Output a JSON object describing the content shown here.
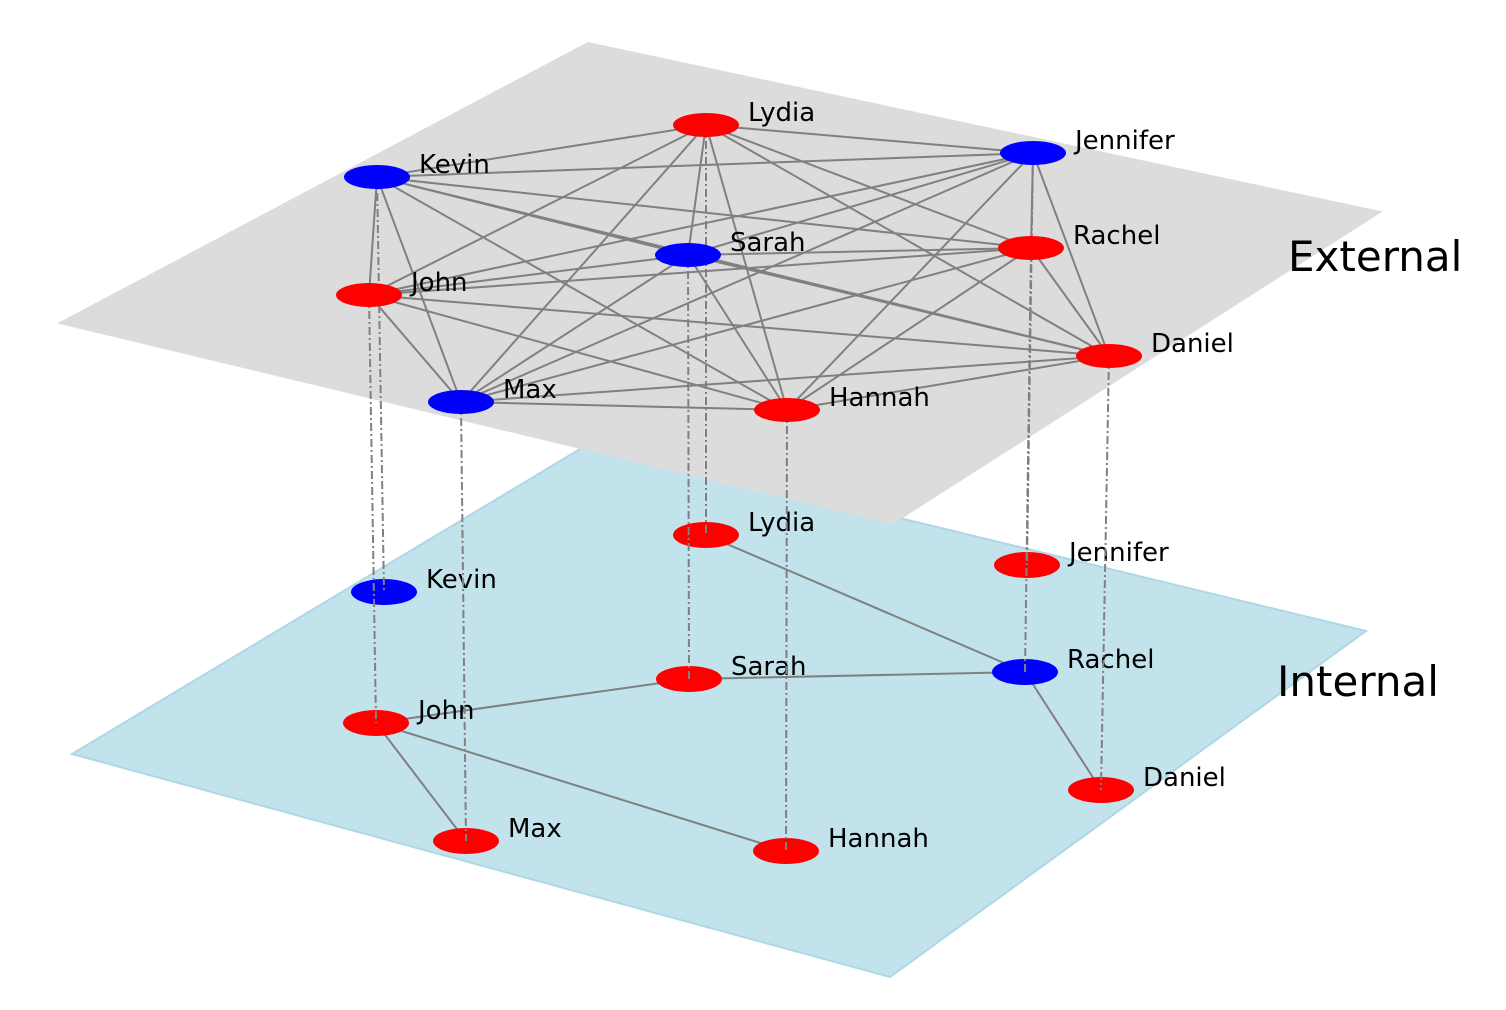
{
  "layers": [
    {
      "id": "external",
      "title": "External",
      "plane_color": "#dcdcdc",
      "nodes": [
        {
          "id": "lydia",
          "label": "Lydia",
          "color": "#ff0000"
        },
        {
          "id": "jennifer",
          "label": "Jennifer",
          "color": "#0000ff"
        },
        {
          "id": "kevin",
          "label": "Kevin",
          "color": "#0000ff"
        },
        {
          "id": "rachel",
          "label": "Rachel",
          "color": "#ff0000"
        },
        {
          "id": "sarah",
          "label": "Sarah",
          "color": "#0000ff"
        },
        {
          "id": "john",
          "label": "John",
          "color": "#ff0000"
        },
        {
          "id": "daniel",
          "label": "Daniel",
          "color": "#ff0000"
        },
        {
          "id": "max",
          "label": "Max",
          "color": "#0000ff"
        },
        {
          "id": "hannah",
          "label": "Hannah",
          "color": "#ff0000"
        }
      ],
      "edges": [
        [
          "kevin",
          "lydia"
        ],
        [
          "kevin",
          "jennifer"
        ],
        [
          "kevin",
          "rachel"
        ],
        [
          "kevin",
          "sarah"
        ],
        [
          "kevin",
          "daniel"
        ],
        [
          "kevin",
          "max"
        ],
        [
          "kevin",
          "hannah"
        ],
        [
          "kevin",
          "john"
        ],
        [
          "lydia",
          "jennifer"
        ],
        [
          "lydia",
          "rachel"
        ],
        [
          "lydia",
          "sarah"
        ],
        [
          "lydia",
          "john"
        ],
        [
          "lydia",
          "daniel"
        ],
        [
          "lydia",
          "max"
        ],
        [
          "lydia",
          "hannah"
        ],
        [
          "jennifer",
          "rachel"
        ],
        [
          "jennifer",
          "sarah"
        ],
        [
          "jennifer",
          "john"
        ],
        [
          "jennifer",
          "daniel"
        ],
        [
          "jennifer",
          "max"
        ],
        [
          "jennifer",
          "hannah"
        ],
        [
          "rachel",
          "sarah"
        ],
        [
          "rachel",
          "john"
        ],
        [
          "rachel",
          "max"
        ],
        [
          "rachel",
          "hannah"
        ],
        [
          "rachel",
          "daniel"
        ],
        [
          "sarah",
          "john"
        ],
        [
          "sarah",
          "daniel"
        ],
        [
          "sarah",
          "max"
        ],
        [
          "sarah",
          "hannah"
        ],
        [
          "john",
          "daniel"
        ],
        [
          "john",
          "max"
        ],
        [
          "john",
          "hannah"
        ],
        [
          "daniel",
          "max"
        ],
        [
          "daniel",
          "hannah"
        ],
        [
          "max",
          "hannah"
        ]
      ]
    },
    {
      "id": "internal",
      "title": "Internal",
      "plane_color": "#add8e6",
      "nodes": [
        {
          "id": "lydia",
          "label": "Lydia",
          "color": "#ff0000"
        },
        {
          "id": "jennifer",
          "label": "Jennifer",
          "color": "#ff0000"
        },
        {
          "id": "kevin",
          "label": "Kevin",
          "color": "#0000ff"
        },
        {
          "id": "rachel",
          "label": "Rachel",
          "color": "#0000ff"
        },
        {
          "id": "sarah",
          "label": "Sarah",
          "color": "#ff0000"
        },
        {
          "id": "john",
          "label": "John",
          "color": "#ff0000"
        },
        {
          "id": "daniel",
          "label": "Daniel",
          "color": "#ff0000"
        },
        {
          "id": "max",
          "label": "Max",
          "color": "#ff0000"
        },
        {
          "id": "hannah",
          "label": "Hannah",
          "color": "#ff0000"
        }
      ],
      "edges": [
        [
          "lydia",
          "rachel"
        ],
        [
          "rachel",
          "sarah"
        ],
        [
          "rachel",
          "daniel"
        ],
        [
          "sarah",
          "john"
        ],
        [
          "john",
          "max"
        ],
        [
          "john",
          "hannah"
        ]
      ]
    }
  ],
  "interlayer_links": [
    "lydia",
    "jennifer",
    "kevin",
    "rachel",
    "sarah",
    "john",
    "daniel",
    "max",
    "hannah"
  ],
  "edge_color": "#808080"
}
